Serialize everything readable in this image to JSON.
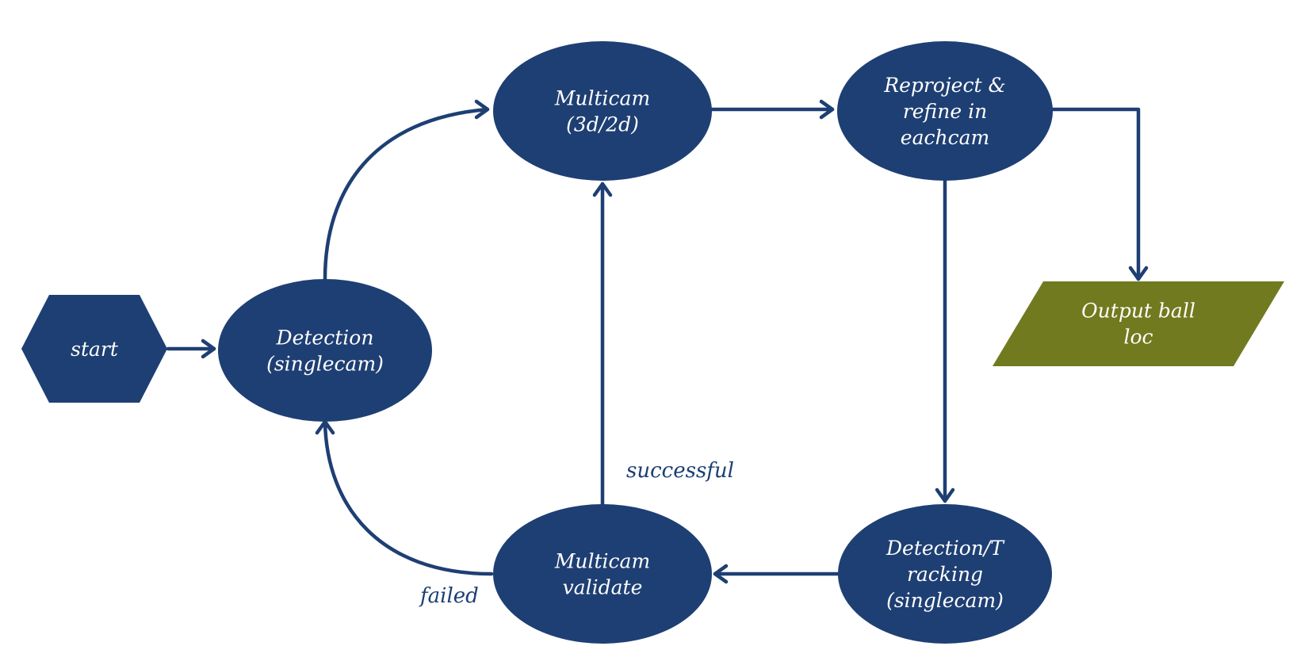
{
  "colors": {
    "node_fill": "#1e3f73",
    "output_fill": "#717a1e",
    "edge": "#1e3f73",
    "text": "#ffffff"
  },
  "nodes": {
    "start": {
      "lines": [
        "start"
      ]
    },
    "detection_singlecam": {
      "lines": [
        "Detection",
        "(singlecam)"
      ]
    },
    "multicam_3d2d": {
      "lines": [
        "Multicam",
        "(3d/2d)"
      ]
    },
    "reproject_refine": {
      "lines": [
        "Reproject &",
        "refine in",
        "eachcam"
      ]
    },
    "output_ball_loc": {
      "lines": [
        "Output ball",
        "loc"
      ]
    },
    "detection_tracking": {
      "lines": [
        "Detection/T",
        "racking",
        "(singlecam)"
      ]
    },
    "multicam_validate": {
      "lines": [
        "Multicam",
        "validate"
      ]
    }
  },
  "edge_labels": {
    "successful": "successful",
    "failed": "failed"
  }
}
